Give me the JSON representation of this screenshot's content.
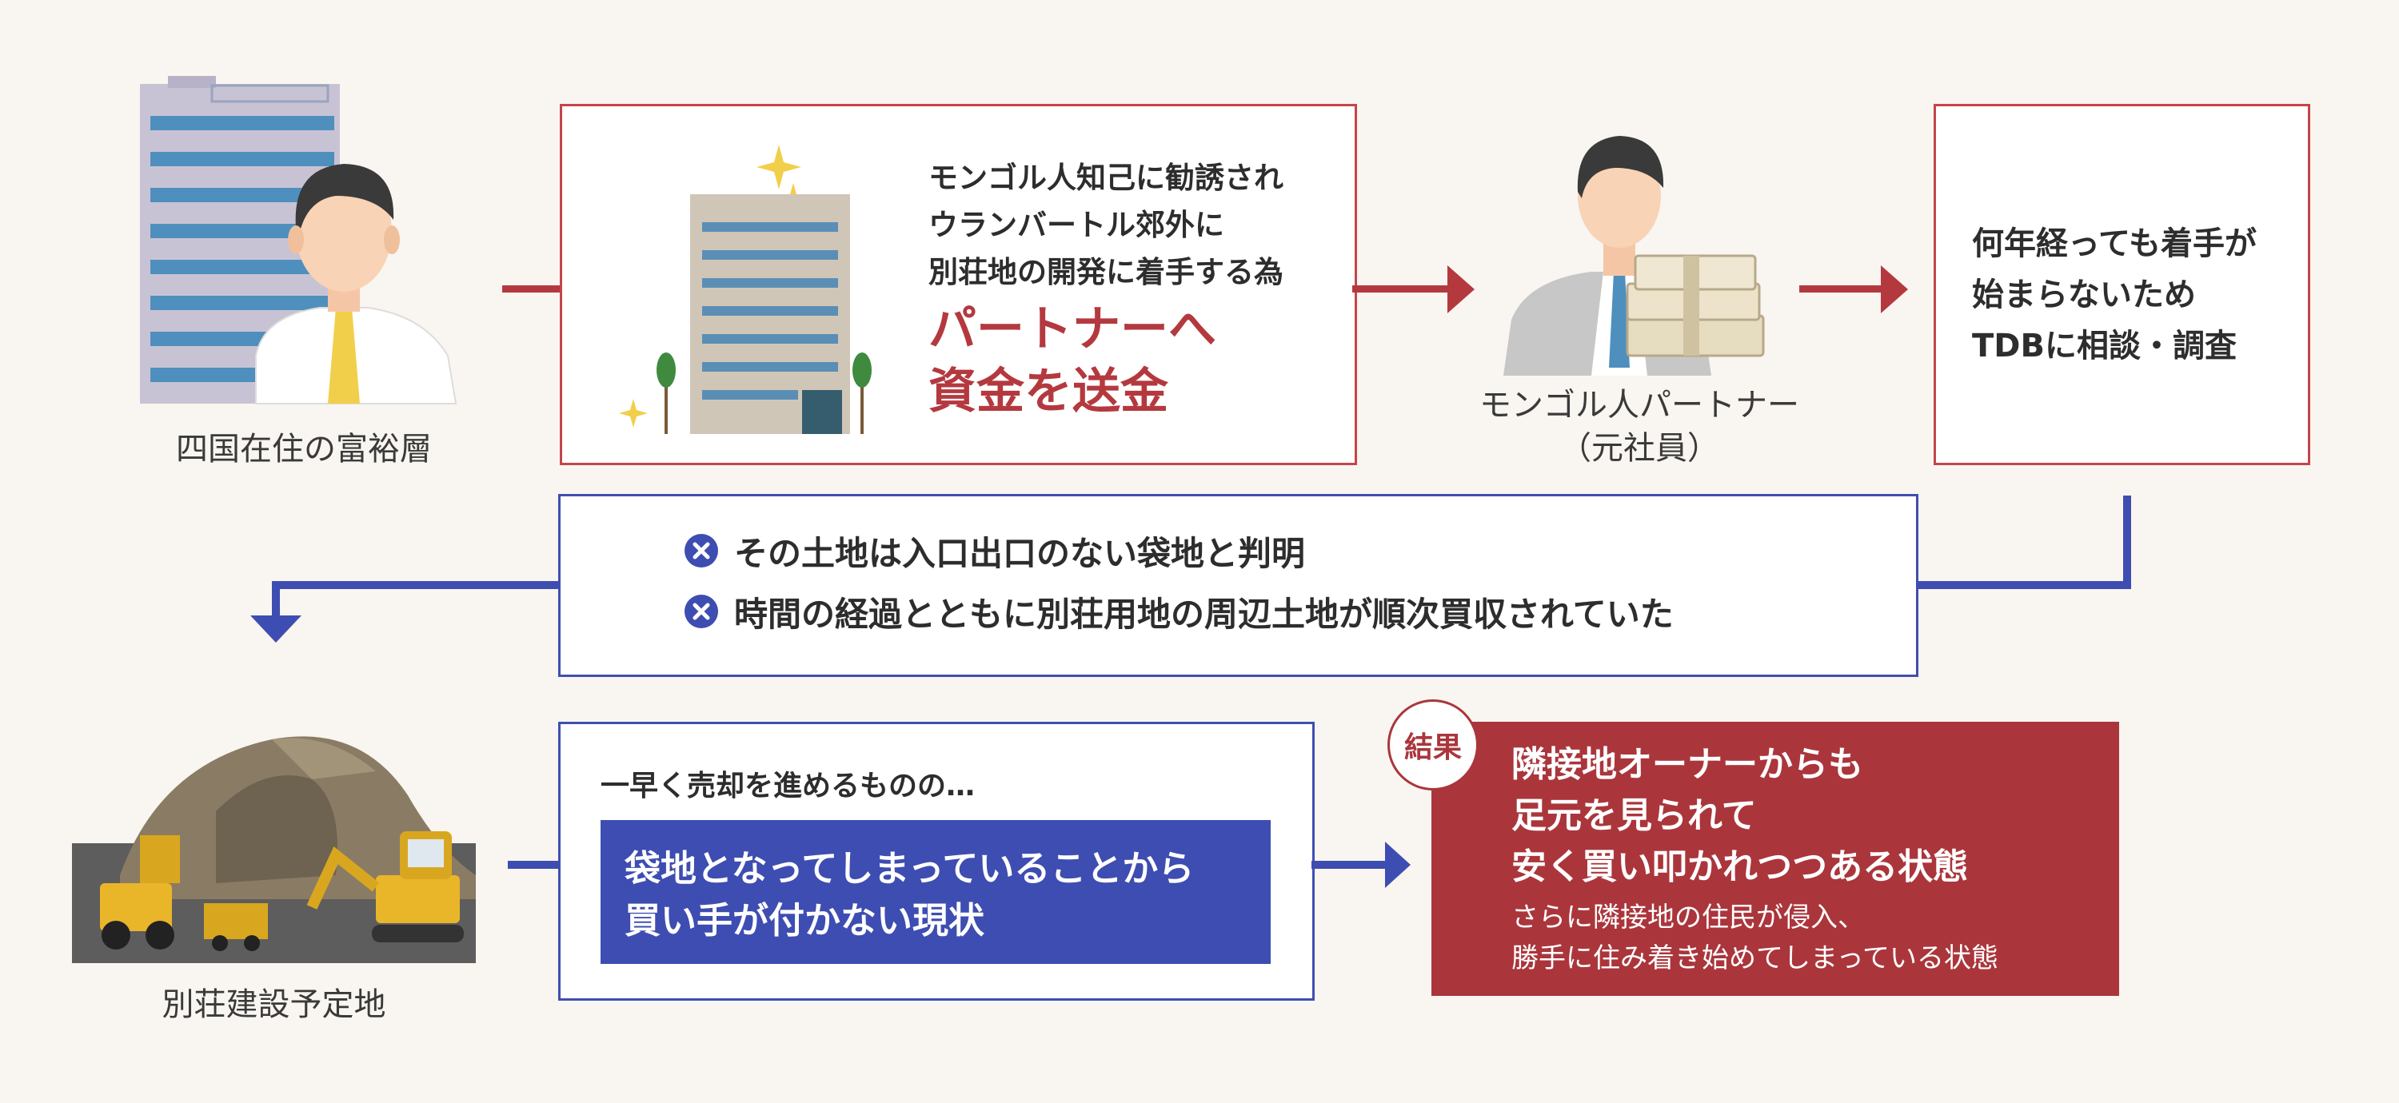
{
  "row1": {
    "wealthy_label": "四国在住の富裕層",
    "sent_box": {
      "line1": "モンゴル人知己に勧誘され",
      "line2": "ウランバートル郊外に",
      "line3": "別荘地の開発に着手する為",
      "emph1": "パートナーへ",
      "emph2": "資金を送金"
    },
    "partner_label1": "モンゴル人パートナー",
    "partner_label2": "（元社員）",
    "consult_box": {
      "line1": "何年経っても着手が",
      "line2": "始まらないため",
      "line3": "TDBに相談・調査"
    }
  },
  "row2": {
    "findings": [
      "その土地は入口出口のない袋地と判明",
      "時間の経過とともに別荘用地の周辺土地が順次買収されていた"
    ]
  },
  "row3": {
    "site_label": "別荘建設予定地",
    "sale_box": {
      "intro": "一早く売却を進めるものの…",
      "highlight1": "袋地となってしまっていることから",
      "highlight2": "買い手が付かない現状"
    },
    "result_box": {
      "badge": "結果",
      "line1": "隣接地オーナーからも",
      "line2": "足元を見られて",
      "line3": "安く買い叩かれつつある状態",
      "sub1": "さらに隣接地の住民が侵入、",
      "sub2": "勝手に住み着き始めてしまっている状態"
    }
  },
  "colors": {
    "red": "#b4393f",
    "blue": "#3e4db1",
    "background": "#f9f5f0"
  }
}
